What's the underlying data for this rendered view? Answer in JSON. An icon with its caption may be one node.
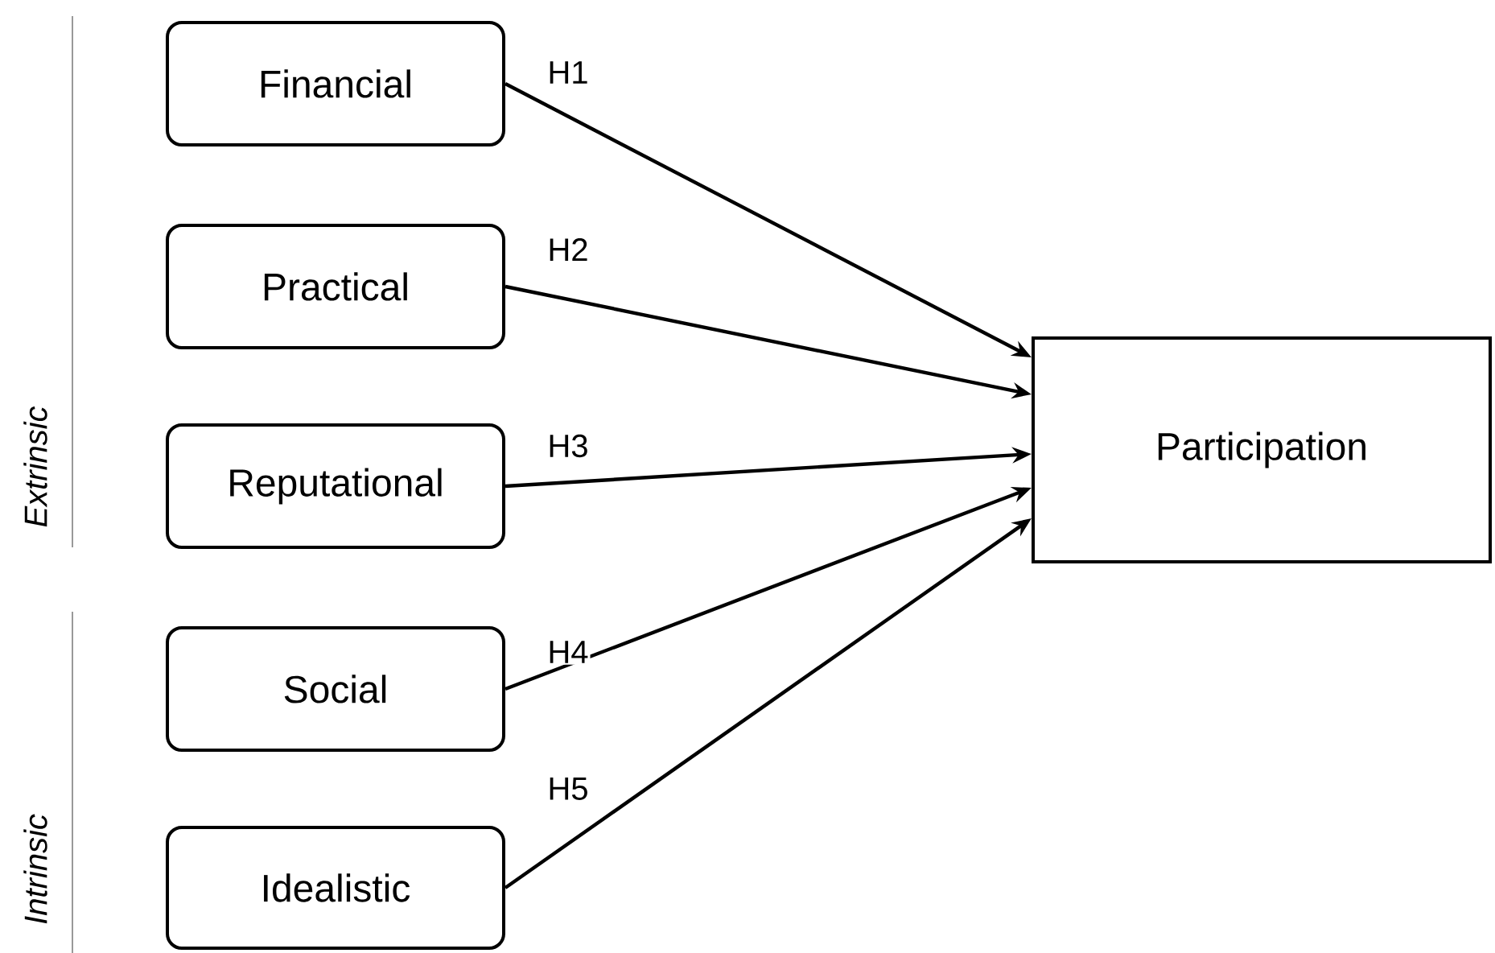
{
  "diagram": {
    "nodes": [
      {
        "text": [
          "Financial"
        ]
      },
      {
        "text": [
          "Practical"
        ]
      },
      {
        "text": [
          "Reputational"
        ]
      },
      {
        "text": [
          "Social"
        ]
      },
      {
        "text": [
          "Idealistic"
        ]
      },
      {
        "text": [
          "Participation"
        ]
      }
    ],
    "edges": [
      {
        "from": 0,
        "to": 5,
        "arrow": "to",
        "label": "H1"
      },
      {
        "from": 1,
        "to": 5,
        "arrow": "to",
        "label": "H2"
      },
      {
        "from": 2,
        "to": 5,
        "arrow": "to",
        "label": "H3"
      },
      {
        "from": 3,
        "to": 5,
        "arrow": "to",
        "label": "H4"
      },
      {
        "from": 4,
        "to": 5,
        "arrow": "to",
        "label": "H5"
      }
    ],
    "labels": [
      "Extrinsic",
      "Intrinsic"
    ]
  }
}
